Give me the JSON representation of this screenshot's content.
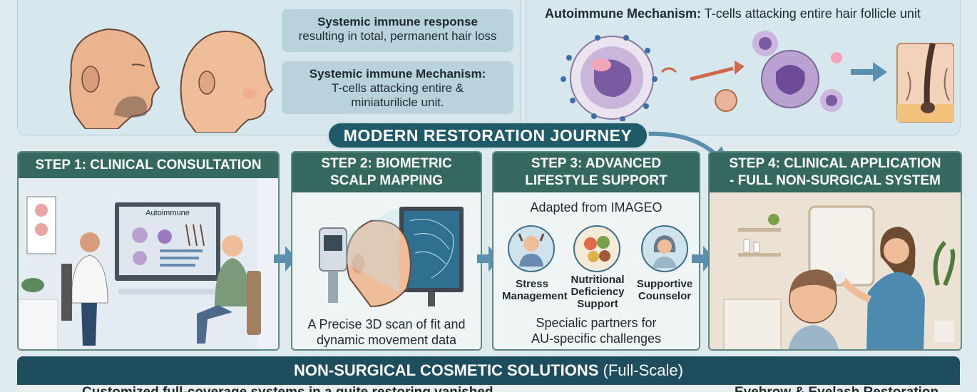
{
  "top_left": {
    "box1": {
      "title": "Systemic immune response",
      "body": "resulting in total, permanent hair loss"
    },
    "box2": {
      "title": "Systemic immune Mechanism:",
      "line1": "T-cells attacking entire &",
      "line2": "miniaturilicle unit."
    }
  },
  "top_right": {
    "title_bold": "Autoimmune Mechanism:",
    "title_rest": " T-cells attacking entire hair follicle unit"
  },
  "banner": "MODERN RESTORATION JOURNEY",
  "steps": {
    "s1": {
      "title": "STEP 1: CLINICAL CONSULTATION",
      "screen_label": "Autoimmune"
    },
    "s2": {
      "title_l1": "STEP 2: BIOMETRIC",
      "title_l2": "SCALP MAPPING",
      "caption_l1": "A Precise 3D scan of fit and",
      "caption_l2": "dynamic movement data"
    },
    "s3": {
      "title_l1": "STEP 3: ADVANCED",
      "title_l2": "LIFESTYLE SUPPORT",
      "adapted": "Adapted from IMAGEO",
      "items": [
        {
          "l1": "Stress",
          "l2": "Management",
          "l3": ""
        },
        {
          "l1": "Nutritional",
          "l2": "Deficiency",
          "l3": "Support"
        },
        {
          "l1": "Supportive",
          "l2": "Counselor",
          "l3": ""
        }
      ],
      "caption_l1": "Specialic partners for",
      "caption_l2": "AU-specific challenges"
    },
    "s4": {
      "title_l1": "STEP 4: CLINICAL APPLICATION",
      "title_l2": "- FULL NON-SURGICAL SYSTEM"
    }
  },
  "bottom": {
    "title_bold": "NON-SURGICAL COSMETIC SOLUTIONS",
    "title_rest": " (Full-Scale)",
    "cut_left": "Customized full-coverage systems in a quite restoring vanished",
    "cut_right": "Eyebrow & Eyelash Restoration"
  },
  "colors": {
    "banner": "#1e5a68",
    "step_header": "#35695f",
    "arrow": "#5b8fb0"
  }
}
